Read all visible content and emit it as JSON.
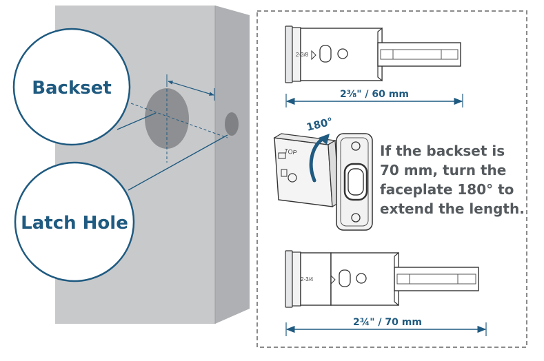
{
  "callouts": {
    "backset": "Backset",
    "latch_hole": "Latch Hole"
  },
  "latch_top": {
    "dimension": "2⅜\" / 60 mm",
    "stamp": "2-3/8"
  },
  "rotation": {
    "angle": "180°",
    "instruction_lines": [
      "If the backset is",
      "70 mm, turn the",
      "faceplate 180° to",
      "extend the length."
    ],
    "plate_marking": "TOP"
  },
  "latch_bottom": {
    "dimension": "2¾\" / 70 mm",
    "stamp": "2-3/4"
  },
  "colors": {
    "accent": "#1f5a80",
    "door_face": "#c8c9cb",
    "door_edge": "#aeb0b3",
    "text_gray": "#555a5e",
    "dashed_border": "#8a8a8a"
  }
}
